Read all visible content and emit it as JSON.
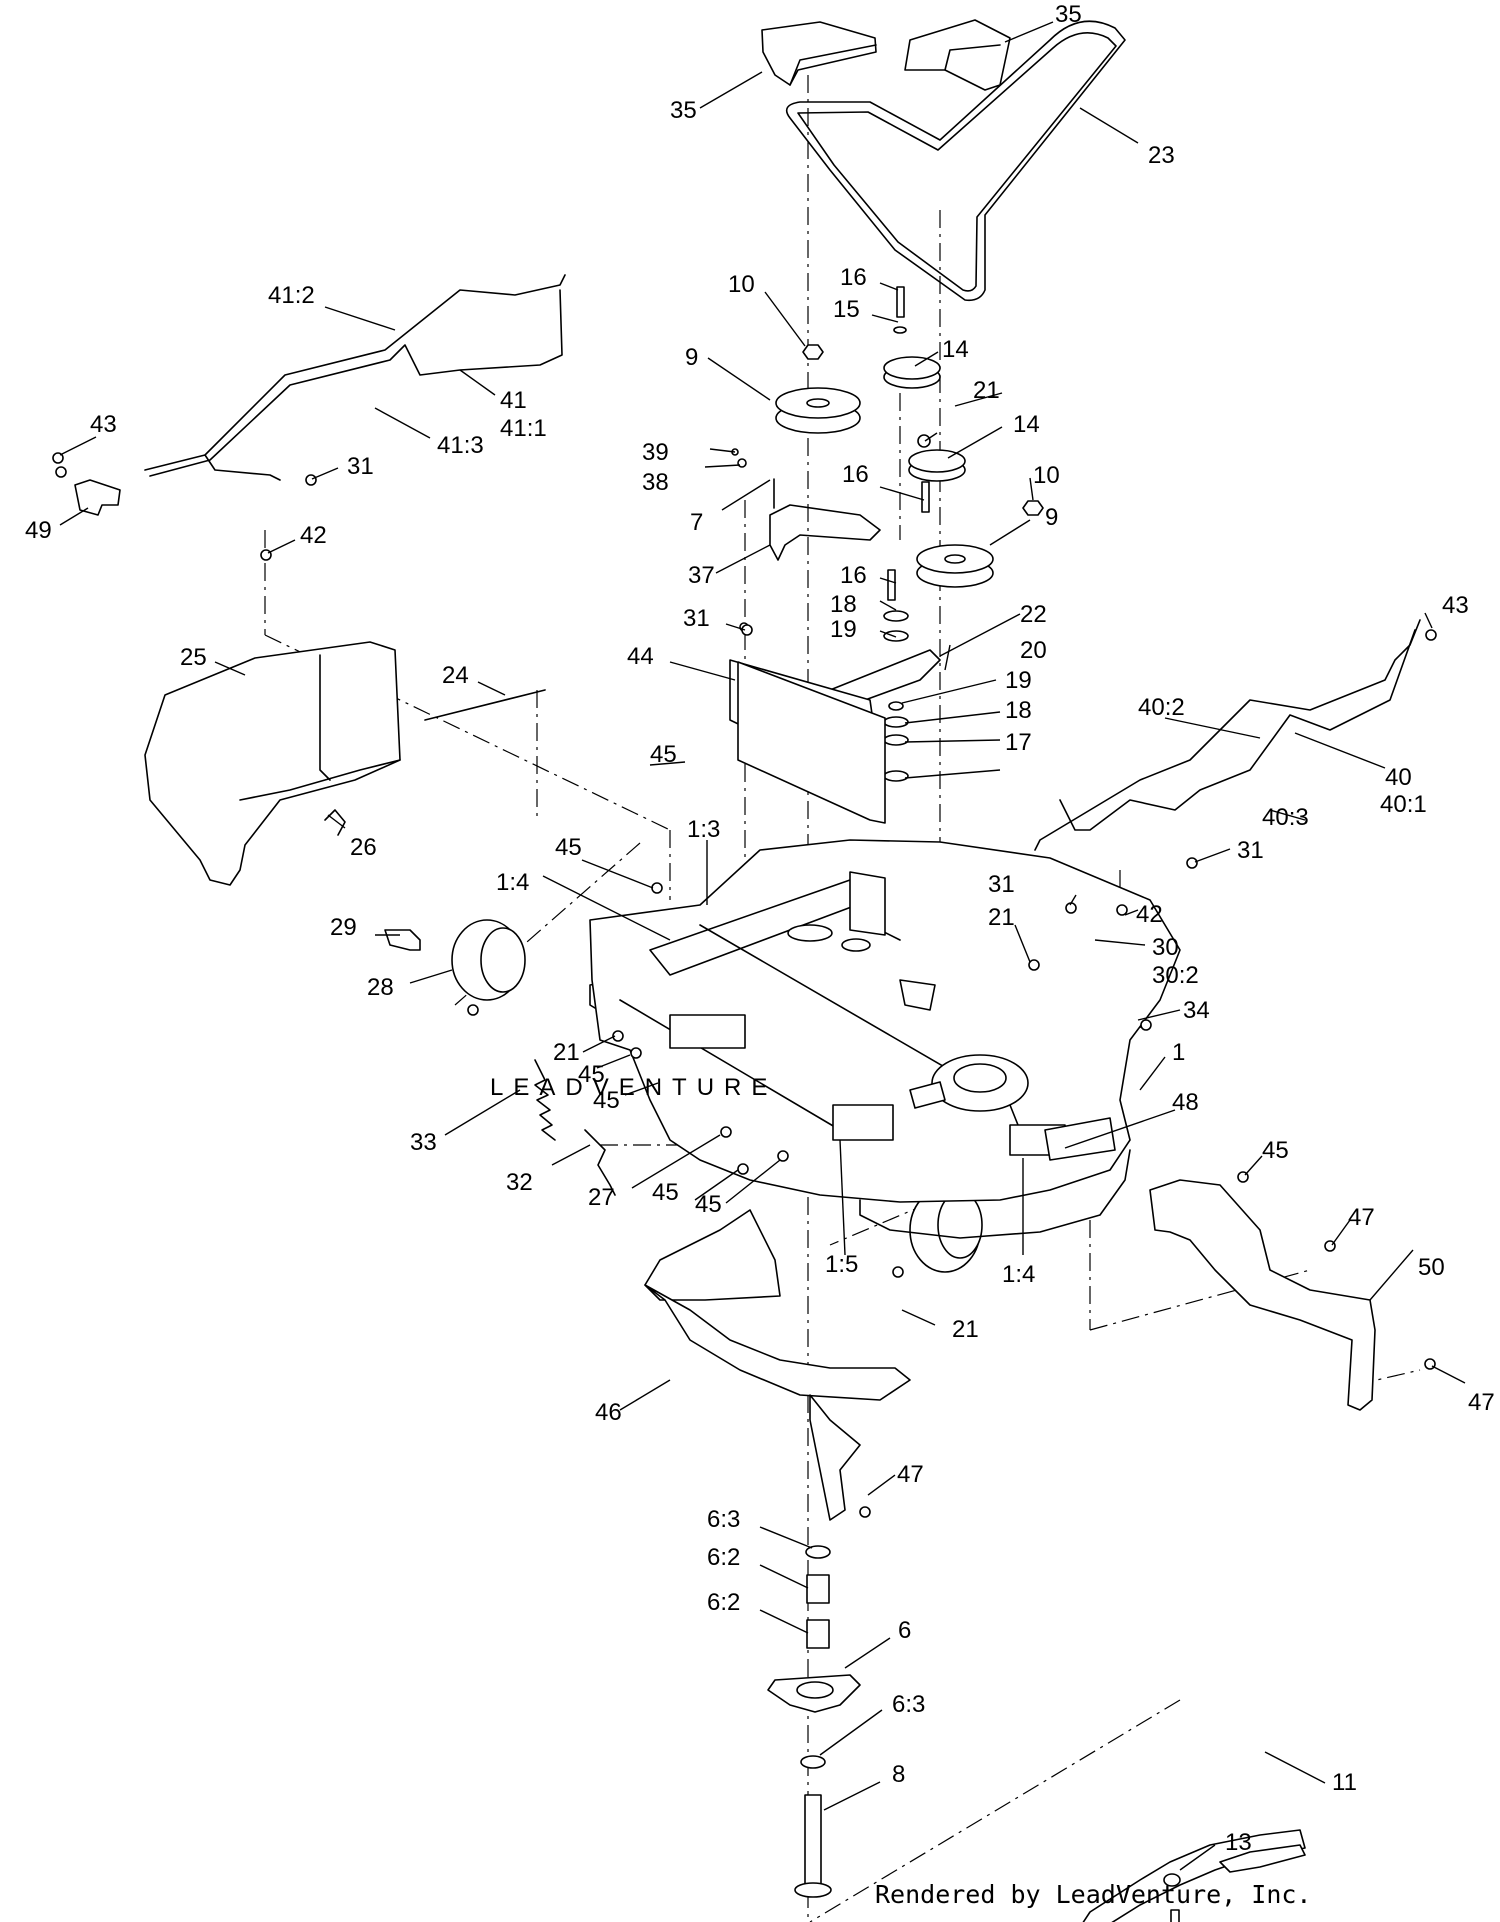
{
  "footer": {
    "credit": "Rendered by LeadVenture, Inc."
  },
  "watermark": {
    "text": "LEADVENTURE"
  },
  "callouts": [
    "35",
    "35",
    "23",
    "16",
    "15",
    "10",
    "14",
    "9",
    "21",
    "14",
    "10",
    "9",
    "16",
    "39",
    "38",
    "7",
    "37",
    "16",
    "18",
    "19",
    "22",
    "20",
    "19",
    "18",
    "17",
    "31",
    "44",
    "41:2",
    "41",
    "41:1",
    "41:3",
    "43",
    "31",
    "49",
    "42",
    "25",
    "24",
    "26",
    "45",
    "1:3",
    "1:4",
    "45",
    "29",
    "28",
    "21",
    "45",
    "45",
    "33",
    "32",
    "27",
    "45",
    "45",
    "1:5",
    "1:4",
    "21",
    "46",
    "47",
    "6:3",
    "6:2",
    "6:2",
    "6",
    "6:3",
    "8",
    "11",
    "13",
    "43",
    "40:2",
    "40",
    "40:1",
    "40:3",
    "31",
    "31",
    "42",
    "21",
    "30",
    "30:2",
    "34",
    "1",
    "48",
    "45",
    "47",
    "50",
    "47"
  ]
}
